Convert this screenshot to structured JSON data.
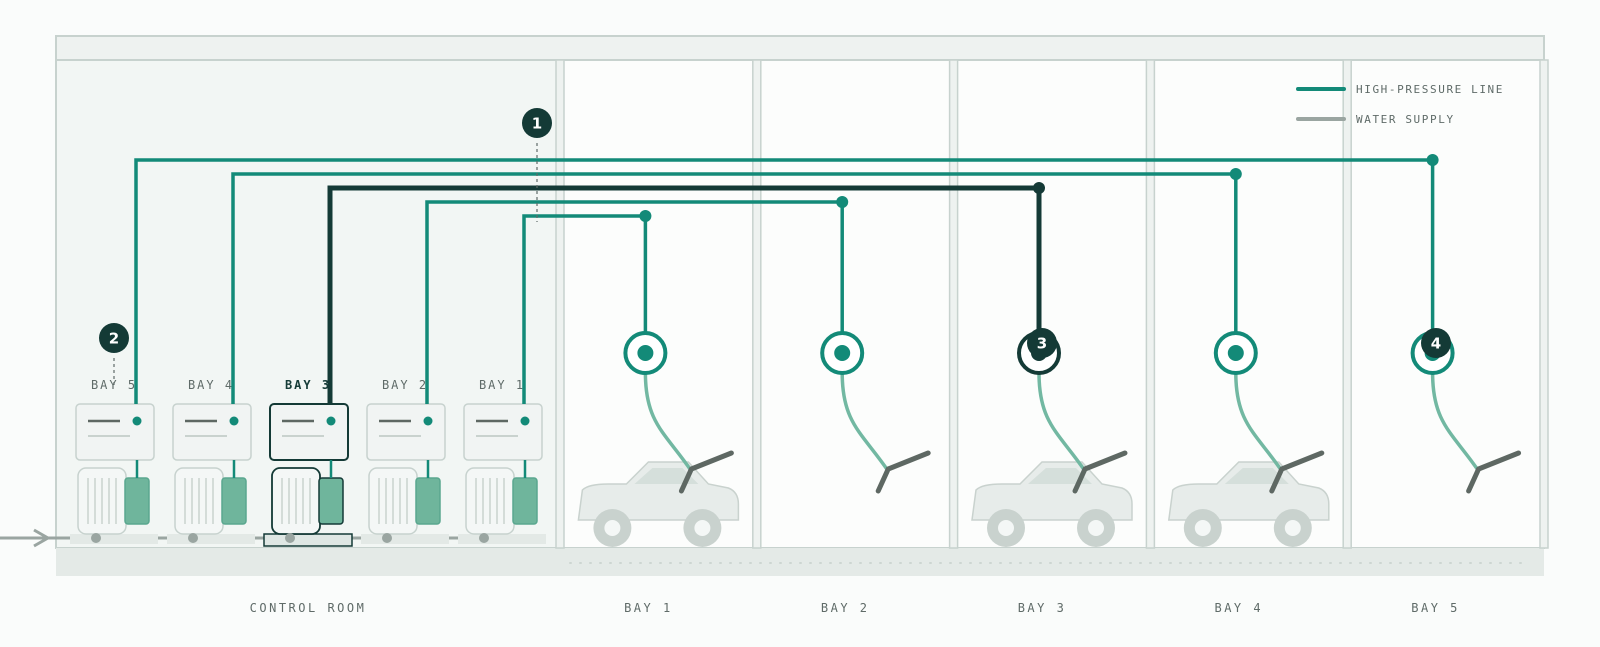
{
  "colors": {
    "high_pressure": "#138a78",
    "high_pressure_active": "#143a36",
    "water_supply": "#9aa5a1",
    "hose": "#72b8a2",
    "wand": "#5e6863",
    "panel_fill": "#eef2f0",
    "panel_stroke": "#c7d2ce",
    "car_fill": "#e7ecea",
    "car_stroke": "#c9d2ce",
    "badge": "#143a36"
  },
  "legend": {
    "high_pressure": "HIGH-PRESSURE LINE",
    "water_supply": "WATER SUPPLY"
  },
  "control_room": {
    "label": "CONTROL ROOM",
    "units": [
      {
        "label": "BAY 5",
        "active": false
      },
      {
        "label": "BAY 4",
        "active": false
      },
      {
        "label": "BAY 3",
        "active": true
      },
      {
        "label": "BAY 2",
        "active": false
      },
      {
        "label": "BAY 1",
        "active": false
      }
    ]
  },
  "bays": [
    {
      "label": "BAY 1",
      "has_car": true,
      "active": false
    },
    {
      "label": "BAY 2",
      "has_car": false,
      "active": false
    },
    {
      "label": "BAY 3",
      "has_car": true,
      "active": true
    },
    {
      "label": "BAY 4",
      "has_car": true,
      "active": false
    },
    {
      "label": "BAY 5",
      "has_car": false,
      "active": false
    }
  ],
  "callouts": [
    "1",
    "2",
    "3",
    "4"
  ]
}
